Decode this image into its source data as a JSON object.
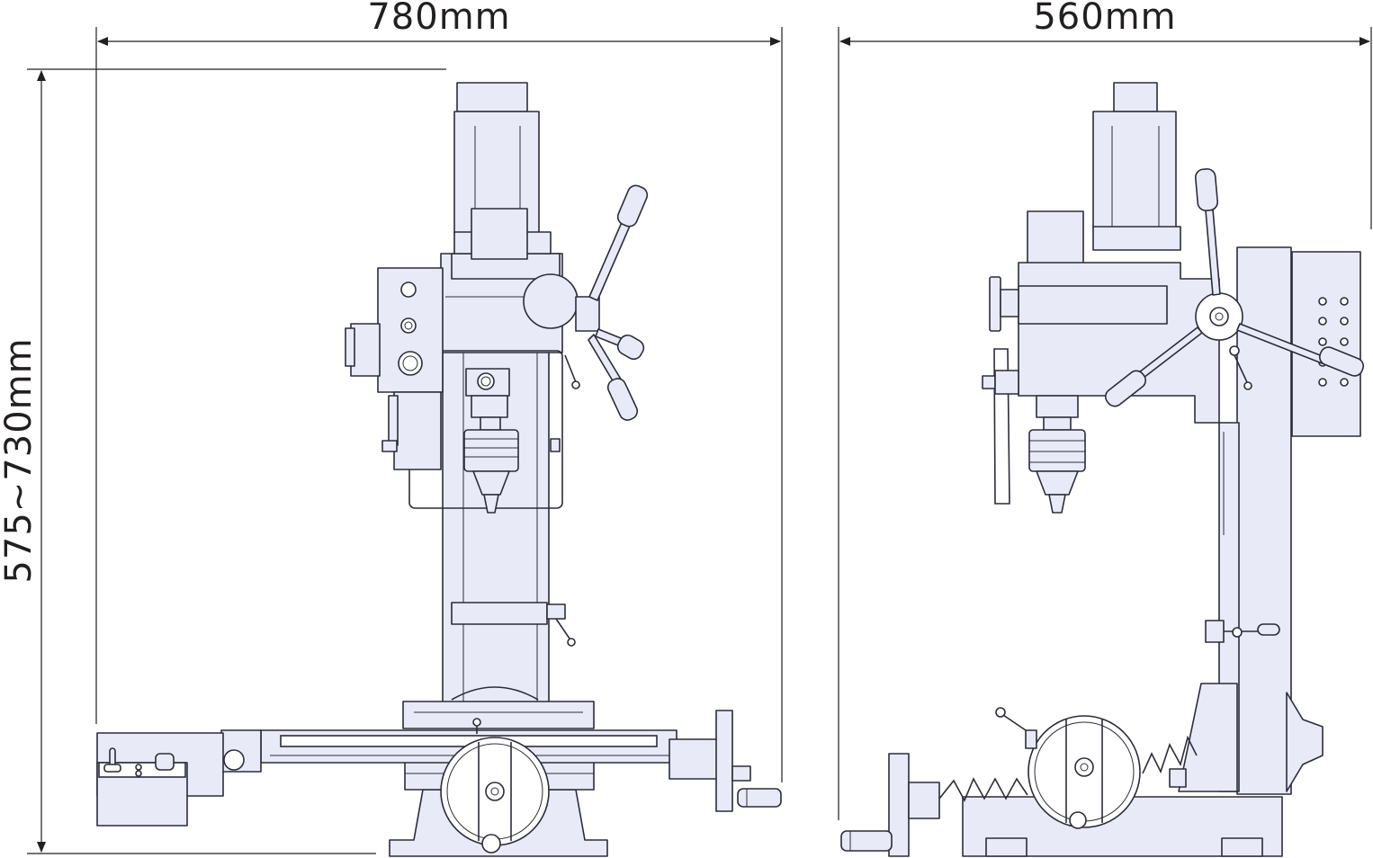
{
  "dimensions": {
    "front_width": "780mm",
    "side_width": "560mm",
    "height": "575~730mm"
  },
  "colors": {
    "machine_fill": "#e8ebf7",
    "outline": "#2b2c39",
    "dimension_line": "#231f20"
  }
}
